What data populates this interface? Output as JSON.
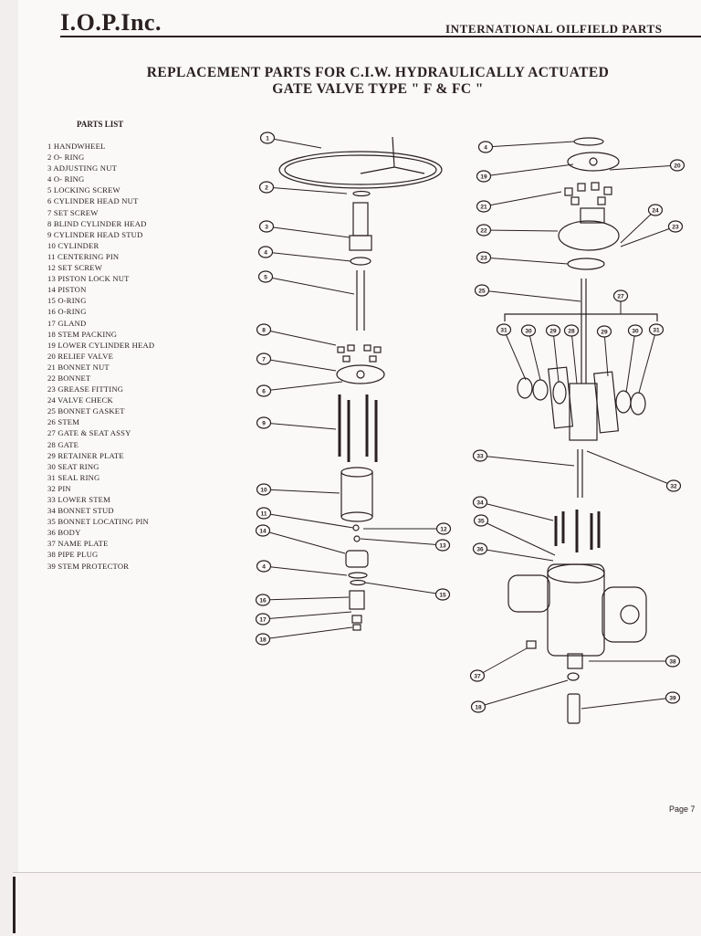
{
  "header": {
    "brand": "I.O.P.Inc.",
    "company": "INTERNATIONAL OILFIELD PARTS"
  },
  "title": {
    "line1": "REPLACEMENT PARTS FOR C.I.W. HYDRAULICALLY ACTUATED",
    "line2": "GATE VALVE TYPE \" F & FC \""
  },
  "parts_list": {
    "heading": "PARTS LIST",
    "items": [
      "1 HANDWHEEL",
      "2 O- RING",
      "3 ADJUSTING NUT",
      "4 O- RING",
      "5 LOCKING SCREW",
      "6 CYLINDER HEAD NUT",
      "7 SET SCREW",
      "8 BLIND CYLINDER HEAD",
      "9 CYLINDER HEAD STUD",
      "10 CYLINDER",
      "11 CENTERING PIN",
      "12 SET SCREW",
      "13 PISTON LOCK NUT",
      "14 PISTON",
      "15 O-RING",
      "16 O-RING",
      "17 GLAND",
      "18 STEM PACKING",
      "19 LOWER CYLINDER HEAD",
      "20 RELIEF VALVE",
      "21 BONNET NUT",
      "22 BONNET",
      "23 GREASE FITTING",
      "24 VALVE CHECK",
      "25 BONNET GASKET",
      "26 STEM",
      "27 GATE & SEAT ASSY",
      "28 GATE",
      "29 RETAINER PLATE",
      "30 SEAT RING",
      "31 SEAL RING",
      "32 PIN",
      "33 LOWER STEM",
      "34 BONNET STUD",
      "35 BONNET LOCATING PIN",
      "36 BODY",
      "37 NAME PLATE",
      "38 PIPE PLUG",
      "39 STEM PROTECTOR"
    ]
  },
  "callouts": {
    "left": [
      "1",
      "2",
      "3",
      "4",
      "5",
      "8",
      "7",
      "6",
      "9",
      "10",
      "11",
      "12",
      "14",
      "13",
      "4",
      "15",
      "16",
      "17",
      "18"
    ],
    "right": [
      "4",
      "20",
      "19",
      "21",
      "24",
      "22",
      "23",
      "23",
      "25",
      "27",
      "31",
      "30",
      "29",
      "28",
      "29",
      "30",
      "31",
      "33",
      "32",
      "34",
      "35",
      "36",
      "38",
      "37",
      "18",
      "39"
    ]
  },
  "footer": {
    "page": "Page 7"
  }
}
